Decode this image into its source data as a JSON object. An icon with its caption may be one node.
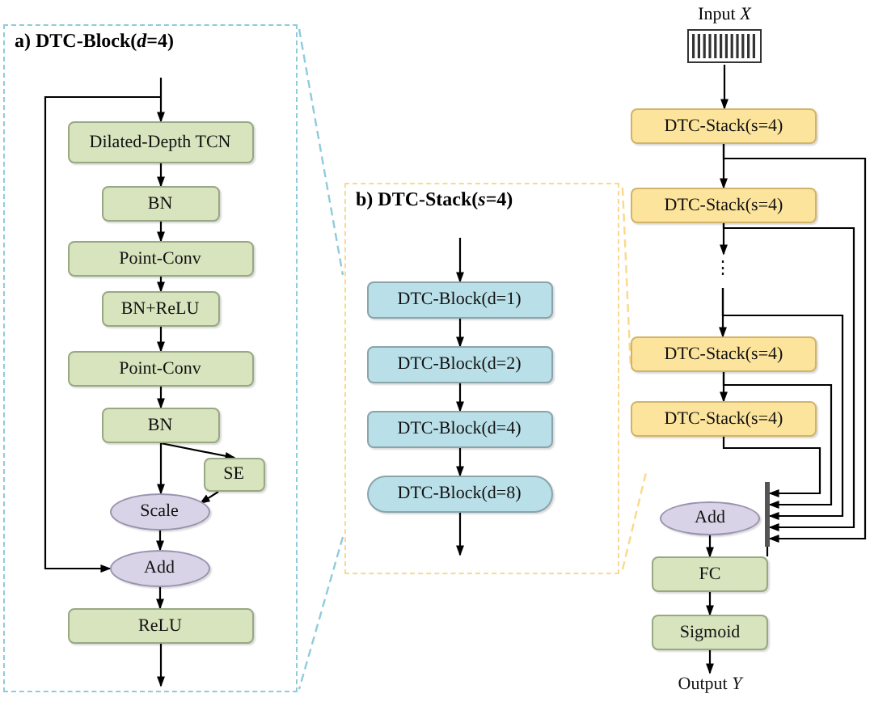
{
  "diagram": {
    "nodes": [
      {
        "text": [
          "a) DTC-Block(*d*=4)"
        ]
      },
      {
        "text": [
          "Dilated-Depth TCN"
        ],
        "in": 0
      },
      {
        "text": [
          "BN"
        ],
        "in": 0
      },
      {
        "text": [
          "Point-Conv"
        ],
        "in": 0
      },
      {
        "text": [
          "BN+ReLU"
        ],
        "in": 0
      },
      {
        "text": [
          "Point-Conv"
        ],
        "in": 0
      },
      {
        "text": [
          "BN"
        ],
        "in": 0
      },
      {
        "text": [
          "SE"
        ],
        "in": 0
      },
      {
        "text": [
          "Scale"
        ],
        "in": 0
      },
      {
        "text": [
          "Add"
        ],
        "in": 0
      },
      {
        "text": [
          "ReLU"
        ],
        "in": 0
      },
      {
        "text": [
          "b) DTC-Stack(*s*=4)"
        ]
      },
      {
        "text": [
          "DTC-Block(d=1)"
        ],
        "in": 11
      },
      {
        "text": [
          "DTC-Block(d=2)"
        ],
        "in": 11
      },
      {
        "text": [
          "DTC-Block(d=4)"
        ],
        "in": 11
      },
      {
        "text": [
          "DTC-Block(d=8)"
        ],
        "in": 11
      },
      {
        "text": [
          "Input *X*"
        ]
      },
      {
        "text": [
          "DTC-Stack(s=4)"
        ]
      },
      {
        "text": [
          "DTC-Stack(s=4)"
        ]
      },
      {
        "text": [
          "⋮"
        ]
      },
      {
        "text": [
          "DTC-Stack(s=4)"
        ]
      },
      {
        "text": [
          "DTC-Stack(s=4)"
        ]
      },
      {
        "text": [],
        "shape": "bar"
      },
      {
        "text": [
          "Add"
        ]
      },
      {
        "text": [
          "FC"
        ]
      },
      {
        "text": [
          "Sigmoid"
        ]
      },
      {
        "text": [
          "Output *Y*"
        ]
      }
    ],
    "edges": [
      {
        "from": null,
        "to": 1,
        "arrow": "to"
      },
      {
        "from": null,
        "to": 9,
        "arrow": "to"
      },
      {
        "from": 1,
        "to": 2,
        "arrow": "to"
      },
      {
        "from": 2,
        "to": 3,
        "arrow": "to"
      },
      {
        "from": 3,
        "to": 4,
        "arrow": "to"
      },
      {
        "from": 4,
        "to": 5,
        "arrow": "to"
      },
      {
        "from": 5,
        "to": 6,
        "arrow": "to"
      },
      {
        "from": 6,
        "to": 8,
        "arrow": "to"
      },
      {
        "from": 6,
        "to": 7,
        "arrow": "to"
      },
      {
        "from": 7,
        "to": 8,
        "arrow": "to"
      },
      {
        "from": 8,
        "to": 9,
        "arrow": "to"
      },
      {
        "from": 9,
        "to": 10,
        "arrow": "to"
      },
      {
        "from": 10,
        "to": null,
        "arrow": "to"
      },
      {
        "from": null,
        "to": 12,
        "arrow": "to"
      },
      {
        "from": 12,
        "to": 13,
        "arrow": "to"
      },
      {
        "from": 13,
        "to": 14,
        "arrow": "to"
      },
      {
        "from": 14,
        "to": 15,
        "arrow": "to"
      },
      {
        "from": 15,
        "to": null,
        "arrow": "to"
      },
      {
        "from": 16,
        "to": 17,
        "arrow": "to"
      },
      {
        "from": 17,
        "to": 18,
        "arrow": "to"
      },
      {
        "from": 18,
        "to": 19,
        "arrow": "to"
      },
      {
        "from": 19,
        "to": 20,
        "arrow": "to"
      },
      {
        "from": 20,
        "to": 21,
        "arrow": "to"
      },
      {
        "from": 17,
        "to": 22,
        "arrow": "to"
      },
      {
        "from": 18,
        "to": 22,
        "arrow": "to"
      },
      {
        "from": 19,
        "to": 22,
        "arrow": "to"
      },
      {
        "from": 20,
        "to": 22,
        "arrow": "to"
      },
      {
        "from": 21,
        "to": 22,
        "arrow": "to"
      },
      {
        "from": 22,
        "to": 24,
        "arrow": "none"
      },
      {
        "from": 23,
        "to": 24,
        "arrow": "to"
      },
      {
        "from": 24,
        "to": 25,
        "arrow": "to"
      },
      {
        "from": 25,
        "to": 26,
        "arrow": "to"
      }
    ]
  }
}
